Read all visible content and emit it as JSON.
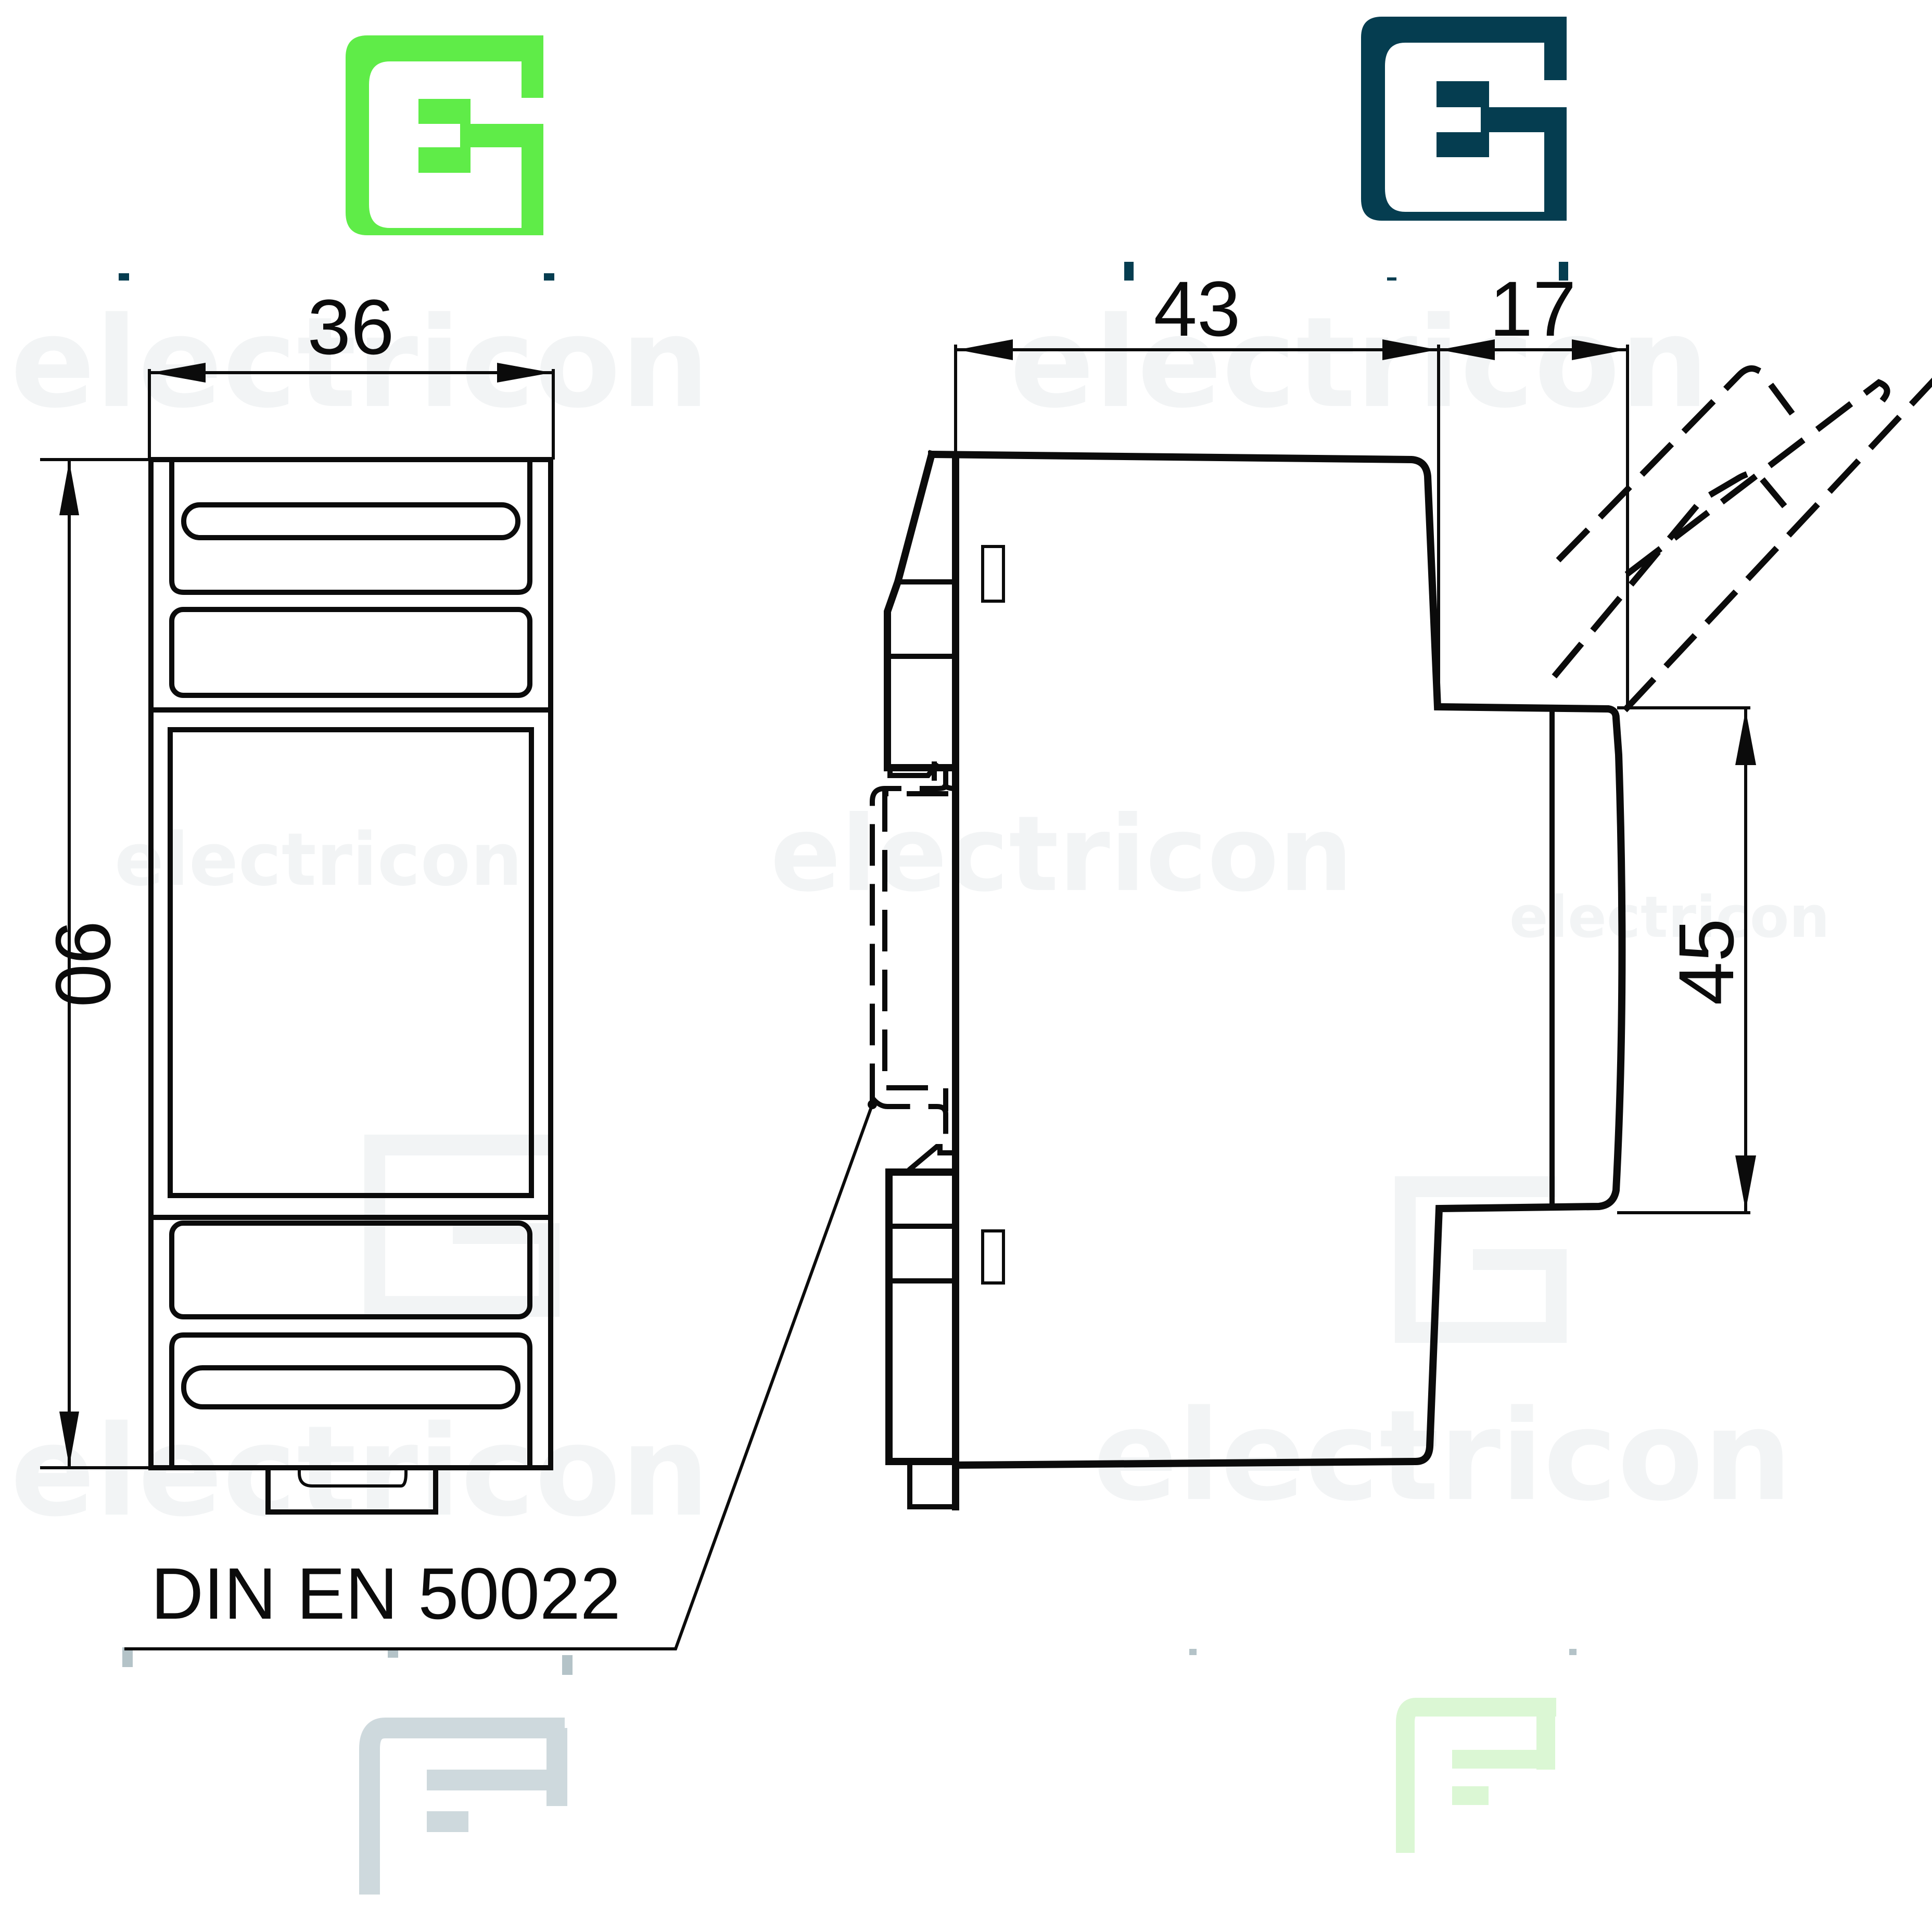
{
  "drawing": {
    "type": "technical-dimension-drawing",
    "subject": "DIN-rail modular device (2 modules wide)",
    "units": "mm"
  },
  "brand": {
    "name": "electricon",
    "logo_left_color": "#5fec48",
    "logo_right_color": "#053d50",
    "watermark_text": "electricon",
    "watermark_color": "#f2f4f5"
  },
  "front_view": {
    "width_label": "36",
    "height_label": "90"
  },
  "side_view": {
    "depth_label": "43",
    "cover_depth_label": "17",
    "front_height_label": "45"
  },
  "rail_callout": {
    "label": "DIN EN 50022"
  },
  "colors": {
    "line": "#0b0b0b",
    "background": "#ffffff"
  }
}
